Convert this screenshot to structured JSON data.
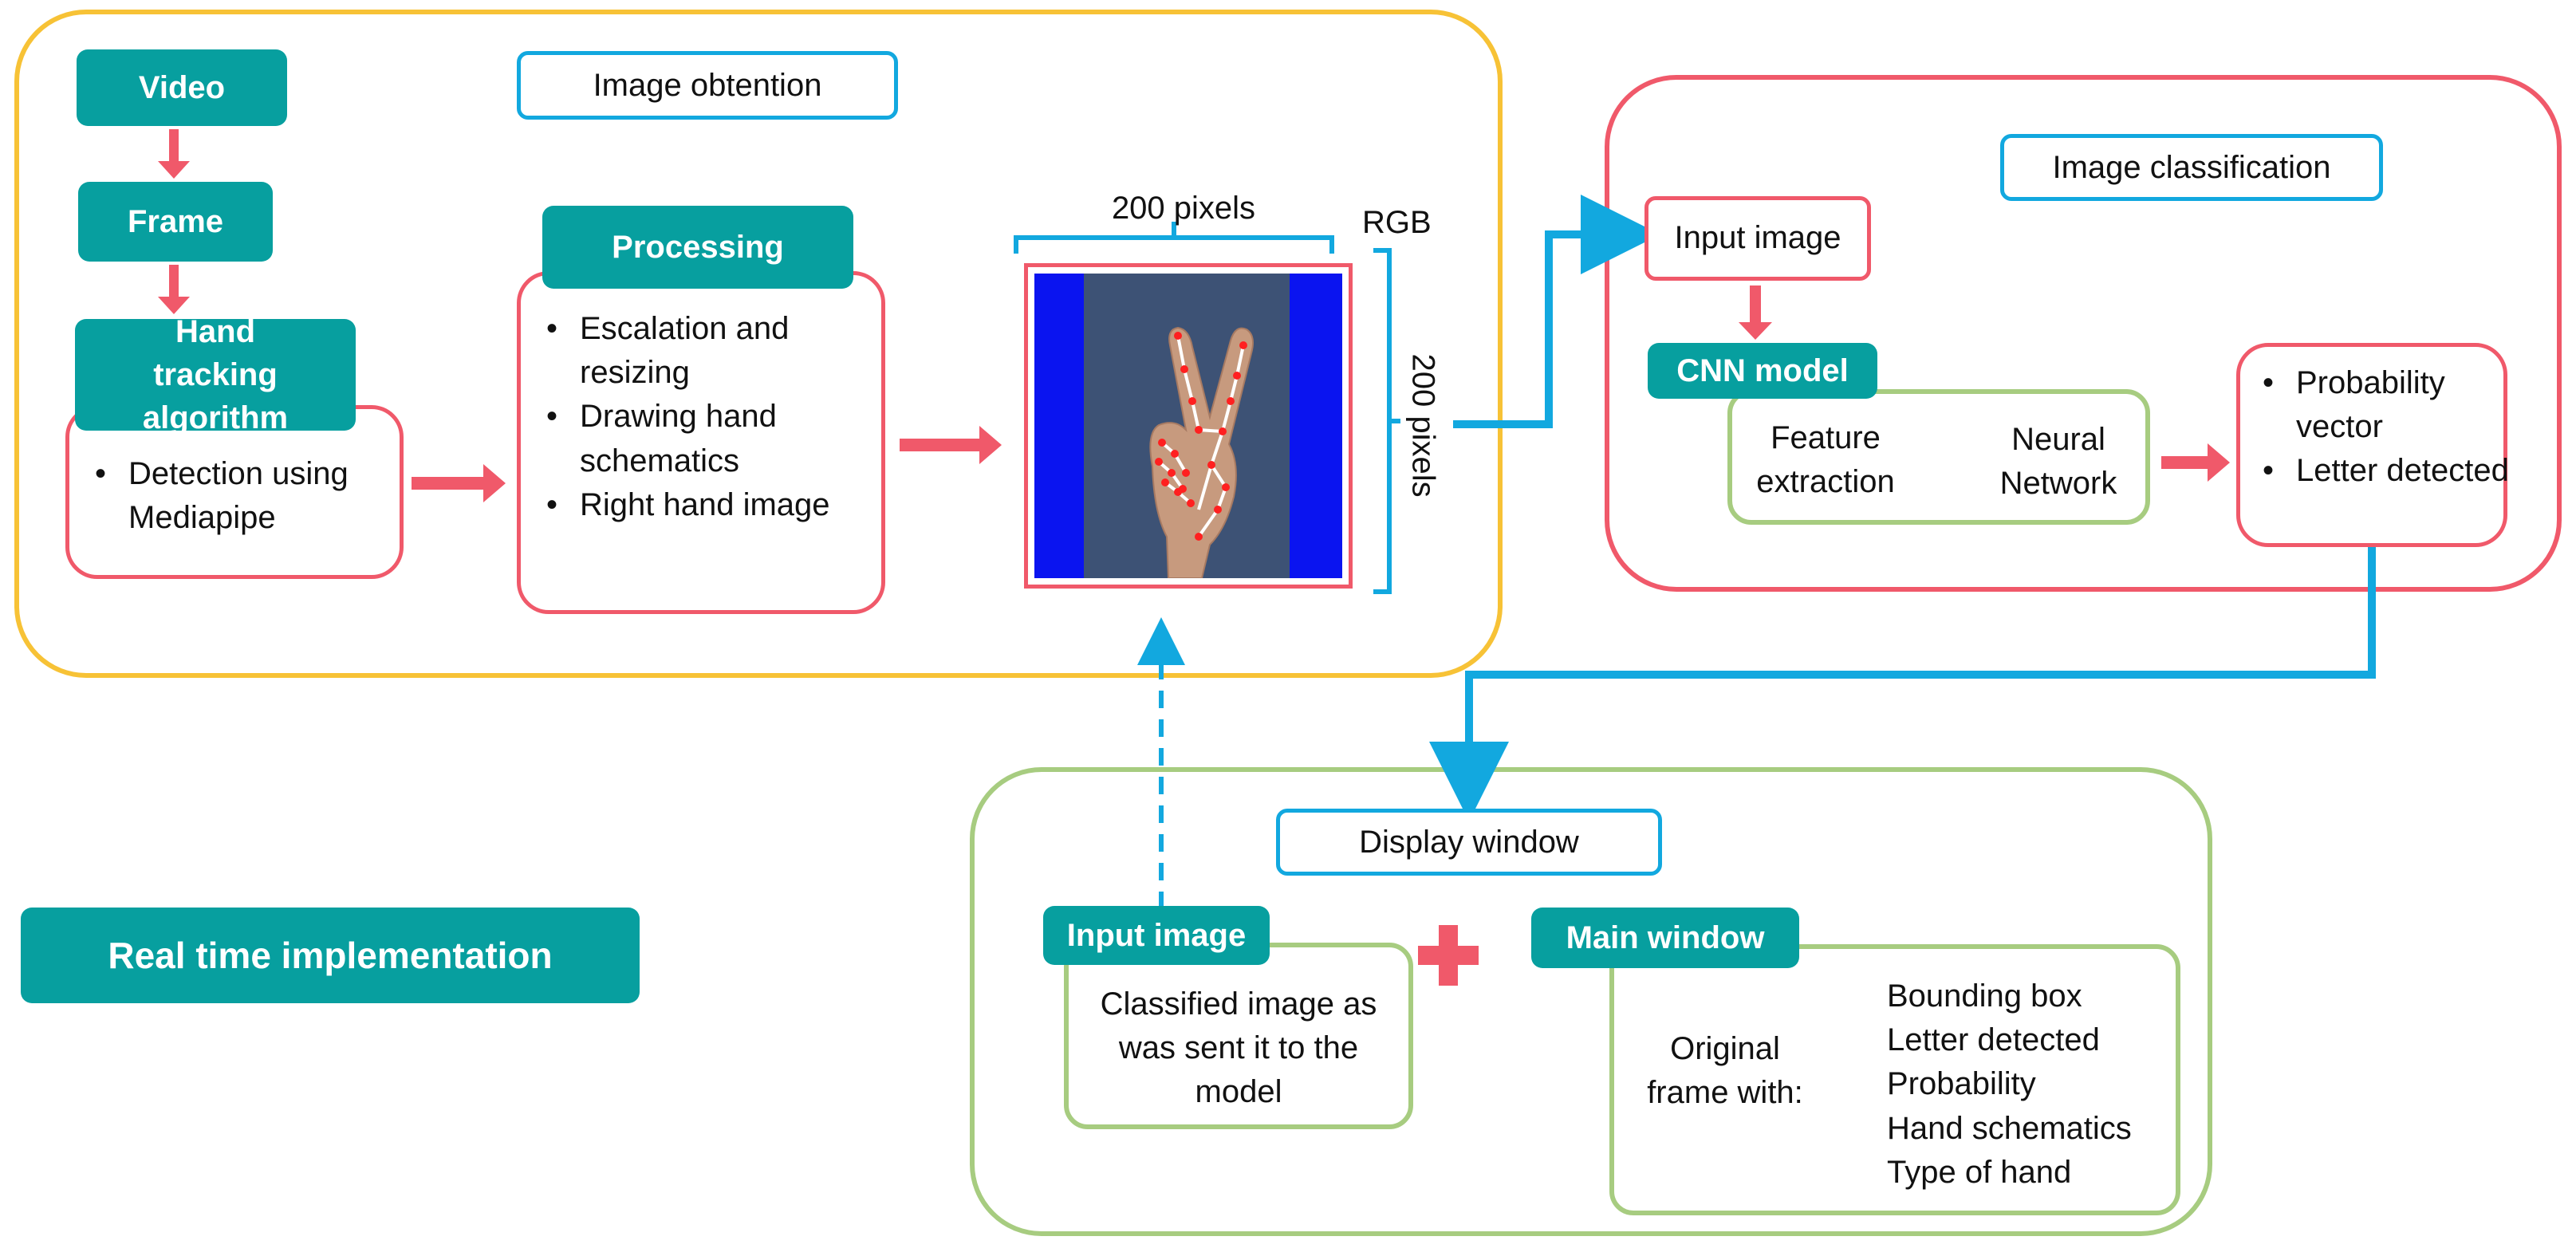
{
  "obtention": {
    "title": "Image obtention",
    "video": "Video",
    "frame": "Frame",
    "hand_tracking": "Hand tracking algorithm",
    "hand_tracking_items": [
      "Detection using Mediapipe"
    ],
    "processing": "Processing",
    "processing_items": [
      "Escalation and resizing",
      "Drawing hand schematics",
      "Right hand image"
    ],
    "width_label": "200 pixels",
    "height_label": "200 pixels",
    "color_label": "RGB"
  },
  "classification": {
    "title": "Image classification",
    "input_image": "Input image",
    "cnn_model": "CNN model",
    "feature_extraction": "Feature extraction",
    "neural_network": "Neural Network",
    "output_items": [
      "Probability vector",
      "Letter detected"
    ]
  },
  "display": {
    "title": "Display window",
    "input_image": "Input image",
    "input_desc": "Classified image as was sent it to the model",
    "main_window": "Main window",
    "original_frame": "Original frame with:",
    "main_items": [
      "Bounding box",
      "Letter detected",
      "Probability",
      "Hand schematics",
      "Type of hand"
    ]
  },
  "label": "Real time implementation",
  "colors": {
    "teal": "#079f9f",
    "red_arrow": "#f0596a",
    "blue_arrow": "#12a8df",
    "yellow": "#f7c236",
    "green": "#a7cc80",
    "image_blue": "#0a14f0"
  }
}
